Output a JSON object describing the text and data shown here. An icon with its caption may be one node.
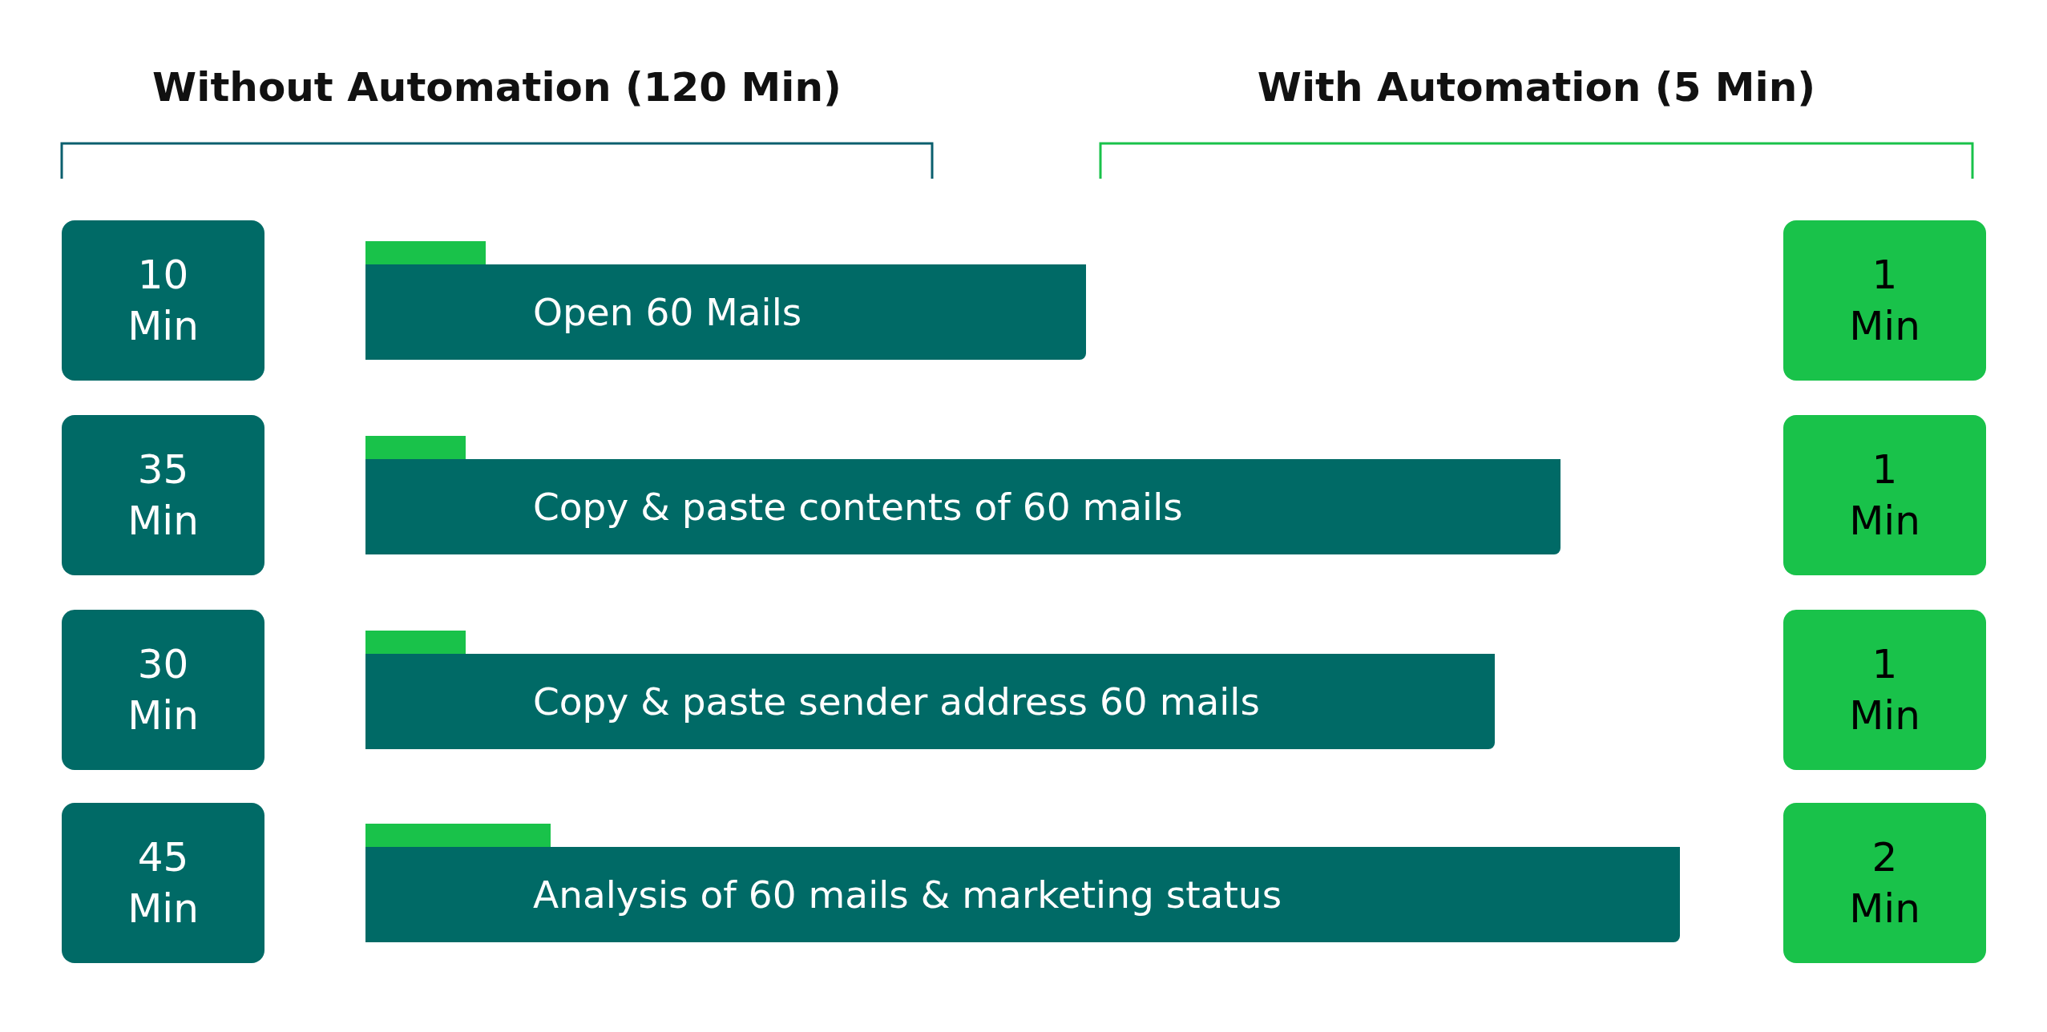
{
  "diagram": {
    "nodes": [
      {
        "text": [
          "10 Min"
        ]
      },
      {
        "text": [
          "Open 60 Mails"
        ]
      },
      {
        "text": [
          "1 Min"
        ]
      },
      {
        "text": [
          "35 Min"
        ]
      },
      {
        "text": [
          "Copy & paste contents of 60 mails"
        ]
      },
      {
        "text": [
          "1 Min"
        ]
      },
      {
        "text": [
          "30 Min"
        ]
      },
      {
        "text": [
          "Copy & paste sender address 60 mails"
        ]
      },
      {
        "text": [
          "1 Min"
        ]
      },
      {
        "text": [
          "45 Min"
        ]
      },
      {
        "text": [
          "Analysis of 60 mails & marketing status"
        ]
      },
      {
        "text": [
          "2 Min"
        ]
      }
    ],
    "labels": [
      "Without Automation (120 Min)",
      "With Automation (5 Min)"
    ]
  }
}
